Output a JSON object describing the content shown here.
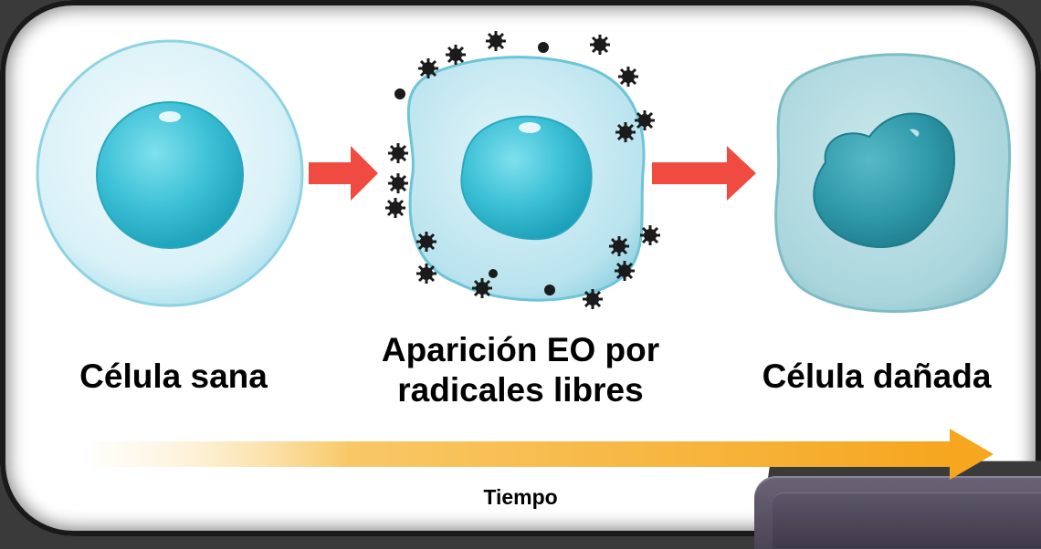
{
  "stages": [
    {
      "id": "healthy",
      "label": "Célula sana"
    },
    {
      "id": "stress",
      "label_line1": "Aparición EO por",
      "label_line2": "radicales libres"
    },
    {
      "id": "damaged",
      "label": "Célula dañada"
    }
  ],
  "timeline": {
    "label": "Tiempo"
  },
  "colors": {
    "arrow": "#ef4b40",
    "time_arrow": "#f6a61f",
    "cell_membrane": "#d8f1f7",
    "nucleus": "#3cc0d6",
    "damaged_membrane": "#a9d5dc",
    "radicals": "#1b1b1b"
  },
  "icons": [
    "healthy-cell",
    "stressed-cell",
    "free-radical",
    "damaged-cell",
    "red-arrow",
    "time-arrow"
  ]
}
